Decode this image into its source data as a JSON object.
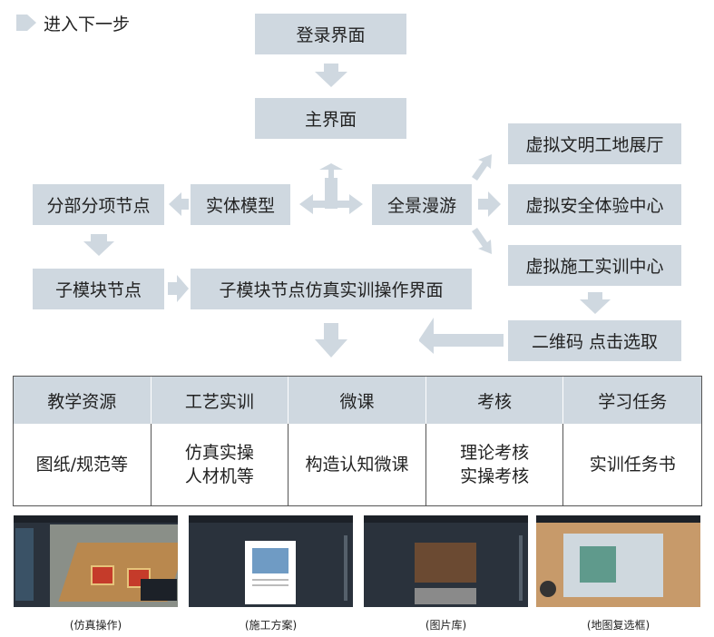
{
  "legend": {
    "label": "进入下一步",
    "icon": "right-arrow-icon"
  },
  "nodes": {
    "login": "登录界面",
    "main": "主界面",
    "entity_model": "实体模型",
    "panorama": "全景漫游",
    "split_nodes": "分部分项节点",
    "sub_module_nodes": "子模块节点",
    "sim_interface": "子模块节点仿真实训操作界面",
    "civil_hall": "虚拟文明工地展厅",
    "safety_center": "虚拟安全体验中心",
    "construction_center": "虚拟施工实训中心",
    "qrcode": "二维码 点击选取"
  },
  "table": {
    "headers": [
      "教学资源",
      "工艺实训",
      "微课",
      "考核",
      "学习任务"
    ],
    "cells": [
      [
        "图纸/规范等"
      ],
      [
        "仿真实操",
        "人材机等"
      ],
      [
        "构造认知微课"
      ],
      [
        "理论考核",
        "实操考核"
      ],
      [
        "实训任务书"
      ]
    ]
  },
  "screenshots": {
    "captions": [
      "(仿真操作)",
      "(施工方案)",
      "(图片库)",
      "(地图复选框)"
    ]
  },
  "colors": {
    "box": "#cfd8e0",
    "arrow": "#cfd8e0",
    "border": "#555555"
  }
}
